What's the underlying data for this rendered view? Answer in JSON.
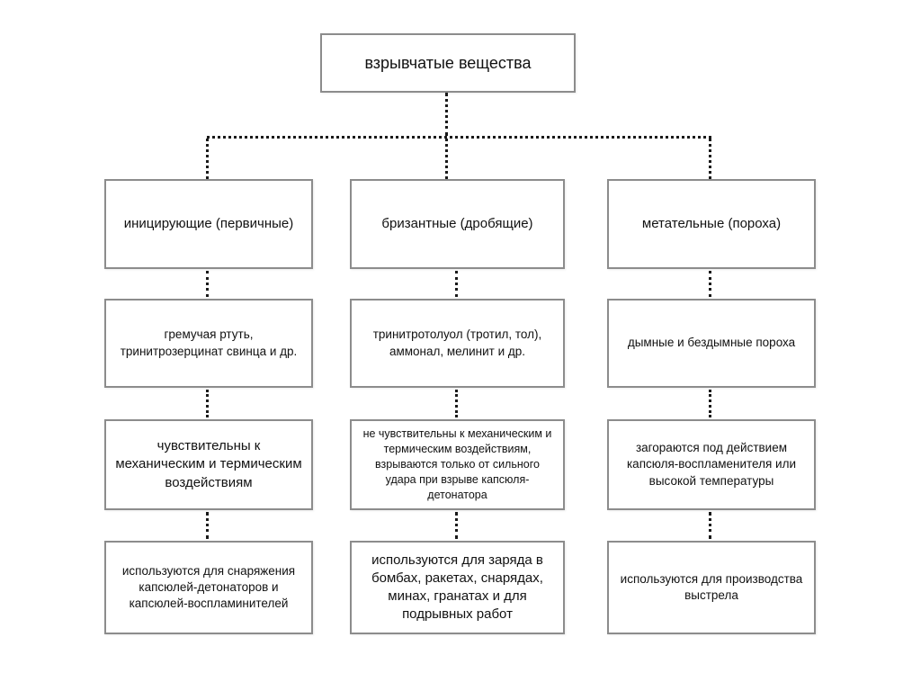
{
  "diagram": {
    "title": "взрывчатые вещества",
    "columns": [
      {
        "id": "initiating",
        "type_label": "иницирующие (первичные)",
        "examples": "гремучая ртуть, тринитрозерцинат свинца и др.",
        "sensitivity": "чувствительны к механическим и термическим воздействиям",
        "usage": "используются для снаряжения капсюлей-детонаторов и капсюлей-воспламинителей"
      },
      {
        "id": "brisant",
        "type_label": "бризантные (дробящие)",
        "examples": "тринитротолуол (тротил, тол), аммонал, мелинит и др.",
        "sensitivity": "не чувствительны к механическим и термическим воздействиям, взрываются только от сильного удара при взрыве капсюля-детонатора",
        "usage": "используются для заряда в бомбах, ракетах, снарядах, минах, гранатах и для подрывных работ"
      },
      {
        "id": "propellant",
        "type_label": "метательные (пороха)",
        "examples": "дымные и бездымные пороха",
        "sensitivity": "загораются под действием капсюля-воспламенителя или высокой температуры",
        "usage": "используются для производства выстрела"
      }
    ],
    "colors": {
      "box_border": "#8c8c8c",
      "connector": "#1a1a1a",
      "text": "#111111",
      "background": "#ffffff"
    }
  }
}
